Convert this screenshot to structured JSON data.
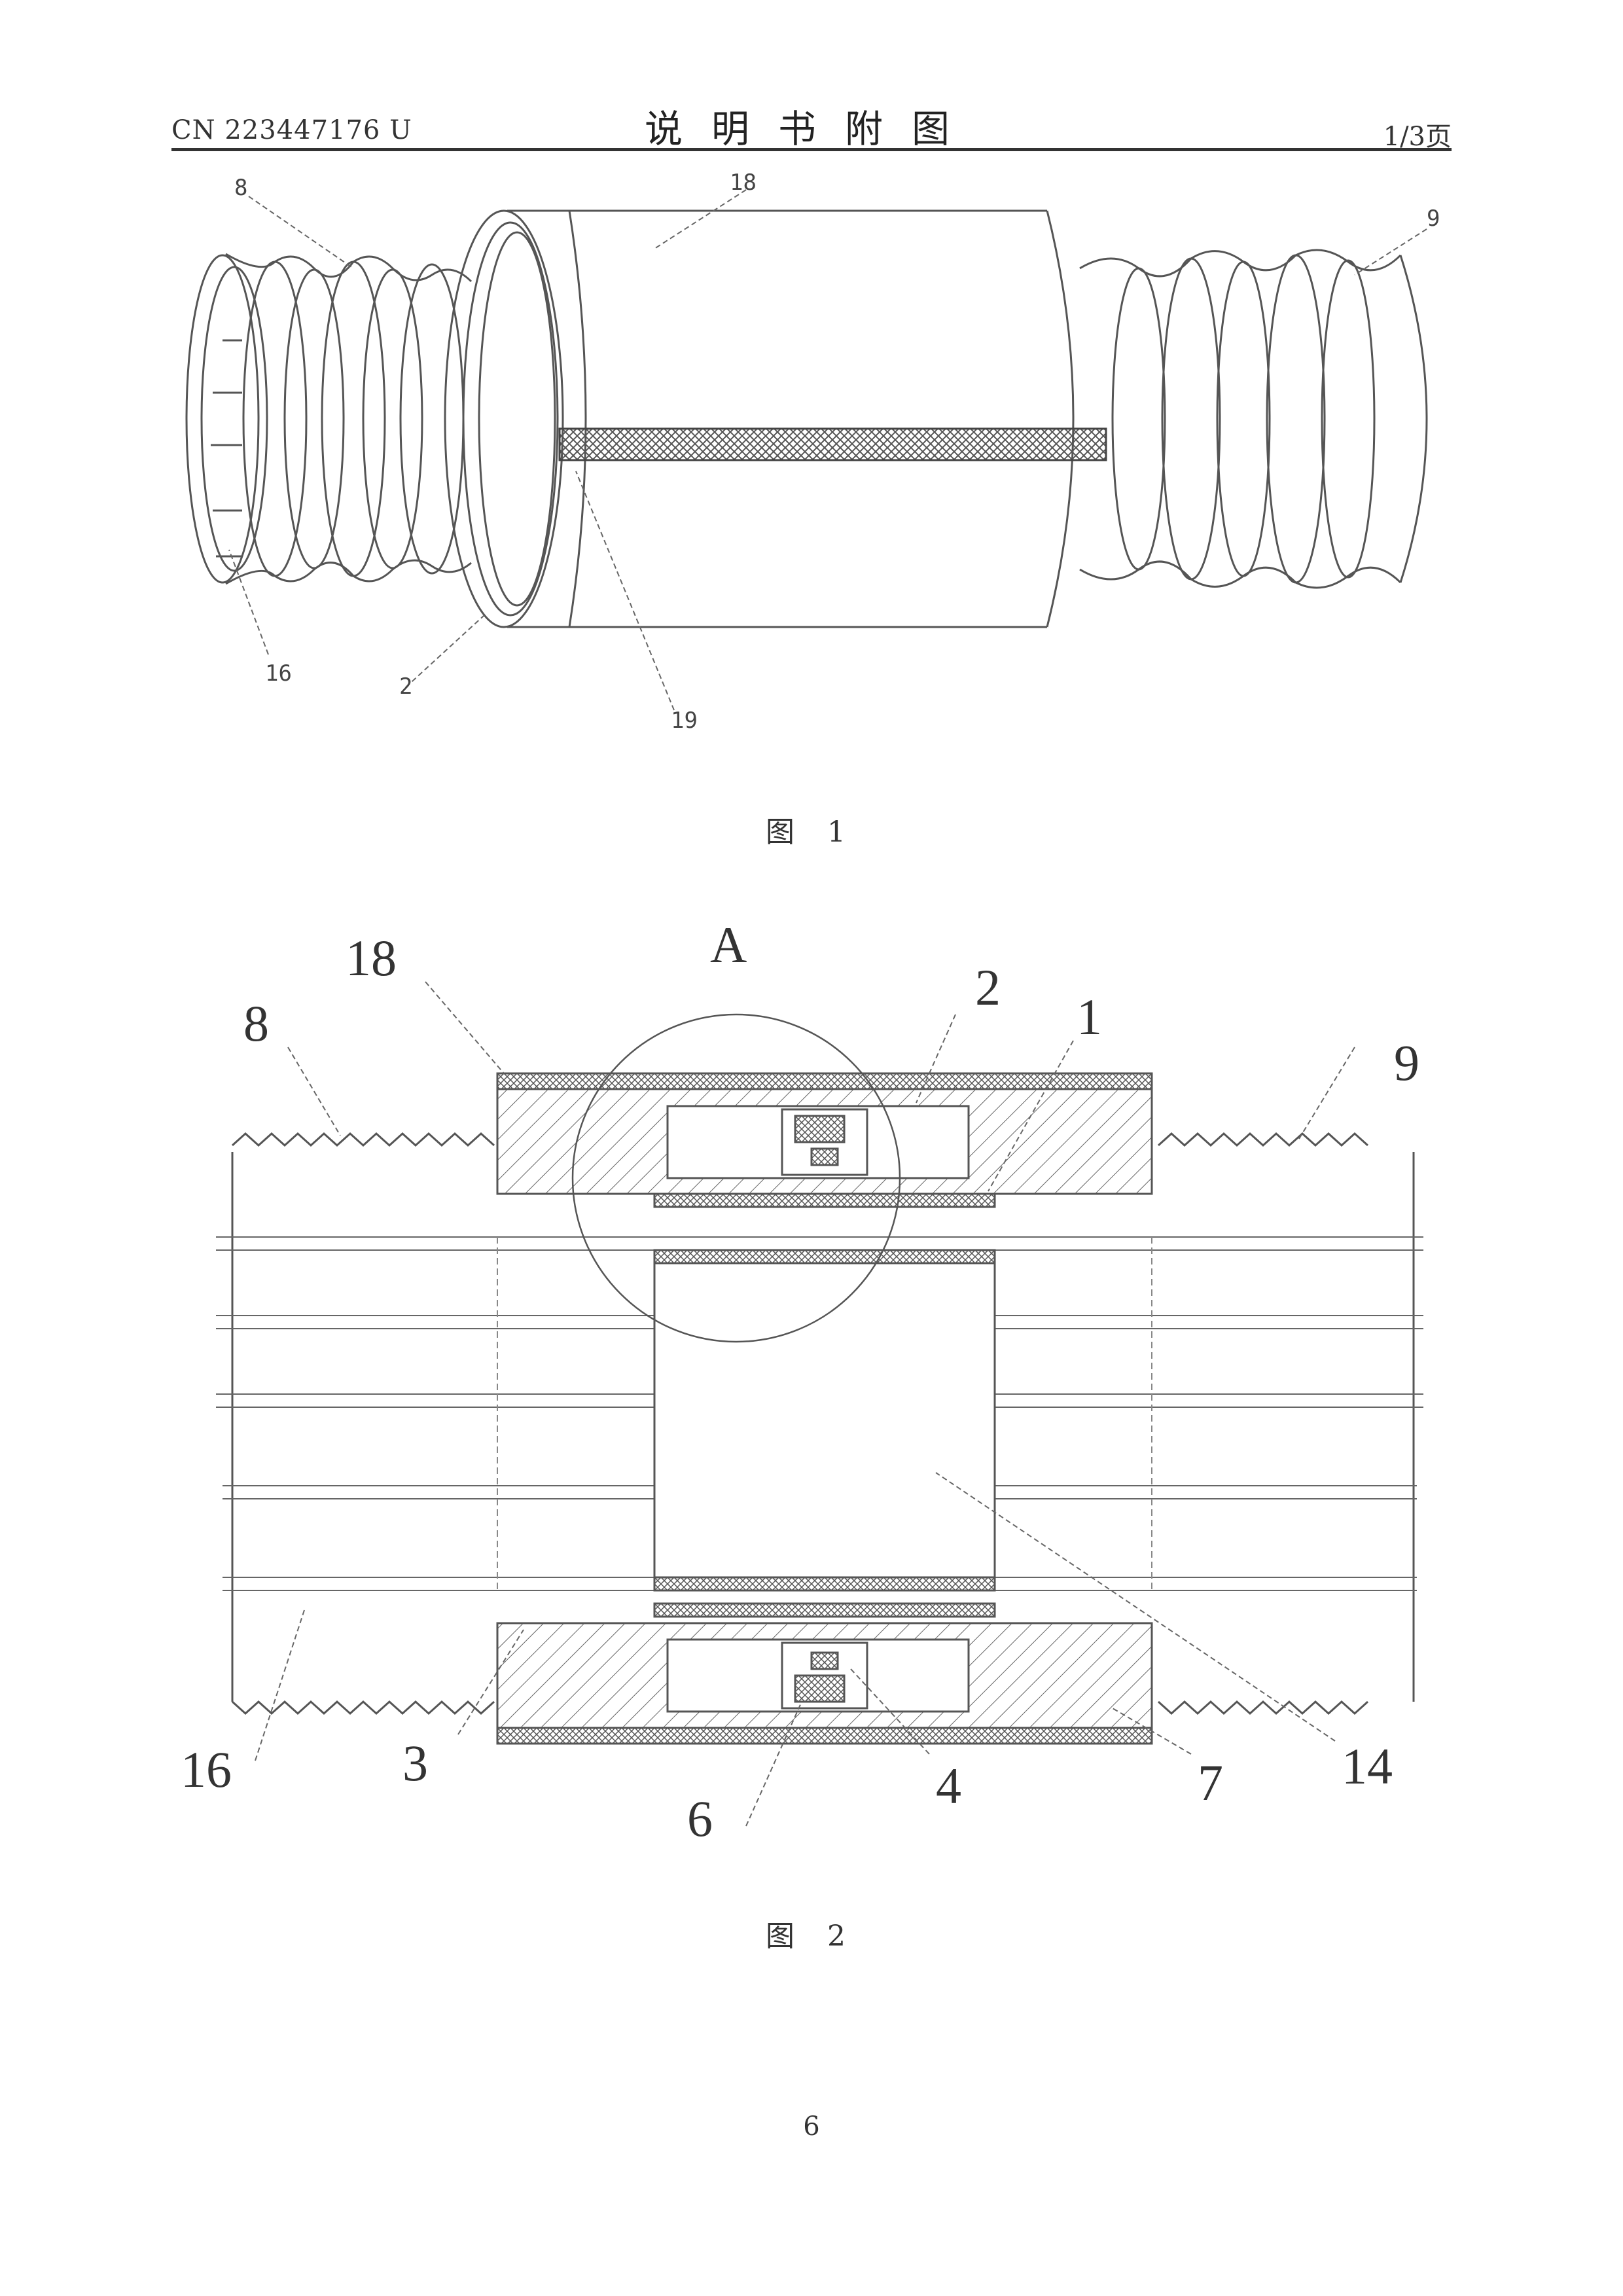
{
  "header": {
    "patent_number": "CN 223447176 U",
    "title": "说明书附图",
    "page_of": "1/3页"
  },
  "figures": [
    {
      "caption": "图 1",
      "labels": {
        "l8": "8",
        "l18": "18",
        "l9": "9",
        "l16": "16",
        "l2": "2",
        "l19": "19"
      }
    },
    {
      "caption": "图 2",
      "labels": {
        "lA": "A",
        "l18": "18",
        "l2": "2",
        "l1": "1",
        "l8": "8",
        "l9": "9",
        "l16": "16",
        "l3": "3",
        "l6": "6",
        "l4": "4",
        "l7": "7",
        "l14": "14"
      }
    }
  ],
  "page_number": "6"
}
